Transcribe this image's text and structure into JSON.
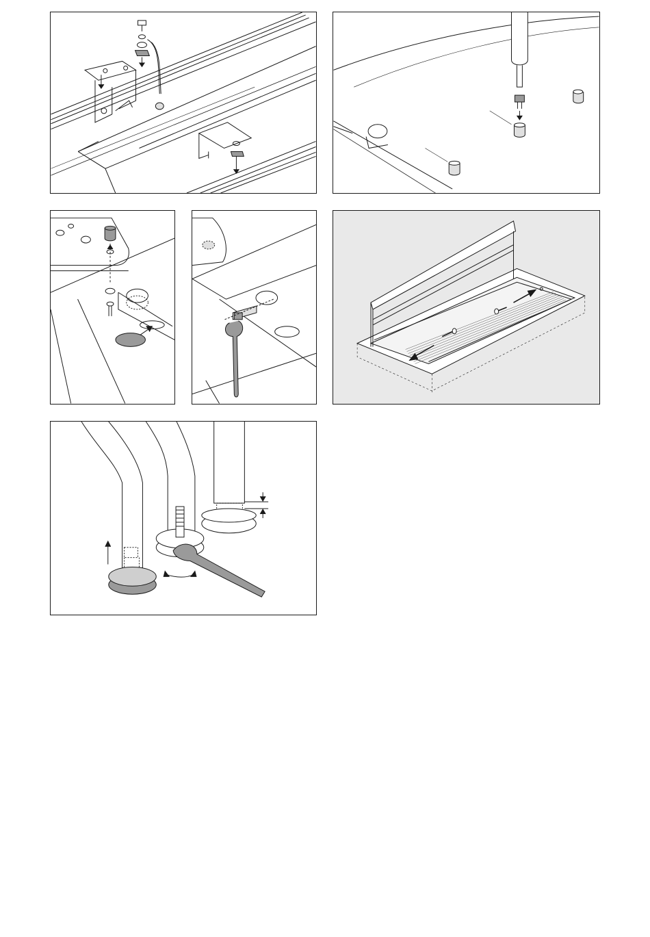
{
  "document": {
    "page": "assembly-instructions",
    "panels": [
      {
        "id": "p1",
        "icons": [
          "bracket-icon",
          "screw-icon",
          "washer-icon",
          "nut-icon",
          "cable-icon",
          "rail-icon",
          "arrow-down-icon"
        ]
      },
      {
        "id": "p2",
        "icons": [
          "screwdriver-icon",
          "bolt-icon",
          "threaded-insert-icon",
          "tabletop-icon",
          "cutout-icon"
        ]
      },
      {
        "id": "p3",
        "icons": [
          "plate-icon",
          "insert-icon",
          "washer-icon",
          "screw-icon",
          "grommet-icon",
          "arrow-icon"
        ]
      },
      {
        "id": "p4",
        "icons": [
          "plate-icon",
          "wrench-icon",
          "bolt-icon",
          "grommet-icon"
        ]
      },
      {
        "id": "p5",
        "icons": [
          "cable-tray-icon",
          "wood-screw-icon",
          "arrow-icon"
        ]
      },
      {
        "id": "p6",
        "icons": [
          "leg-icon",
          "foot-glide-icon",
          "wrench-icon",
          "arrow-up-icon",
          "rotate-arrow-icon",
          "dimension-arrow-icon"
        ]
      }
    ],
    "colors": {
      "line": "#1a1a1a",
      "shade": "#9a9a9a",
      "light": "#cfcfcf",
      "panel_bg_gray": "#e9e9e9"
    }
  }
}
